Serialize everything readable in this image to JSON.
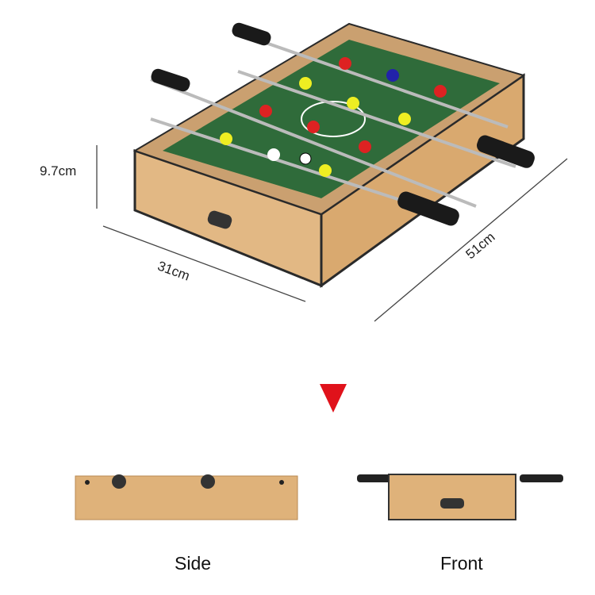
{
  "dimensions": {
    "height_label": "9.7cm",
    "width_label": "31cm",
    "length_label": "51cm"
  },
  "views": {
    "side_label": "Side",
    "front_label": "Front"
  },
  "colors": {
    "wood": "#e2b884",
    "wood_dark": "#c9965c",
    "field": "#2f6b3a",
    "edge": "#2a2a2a",
    "arrow": "#e0121b"
  }
}
